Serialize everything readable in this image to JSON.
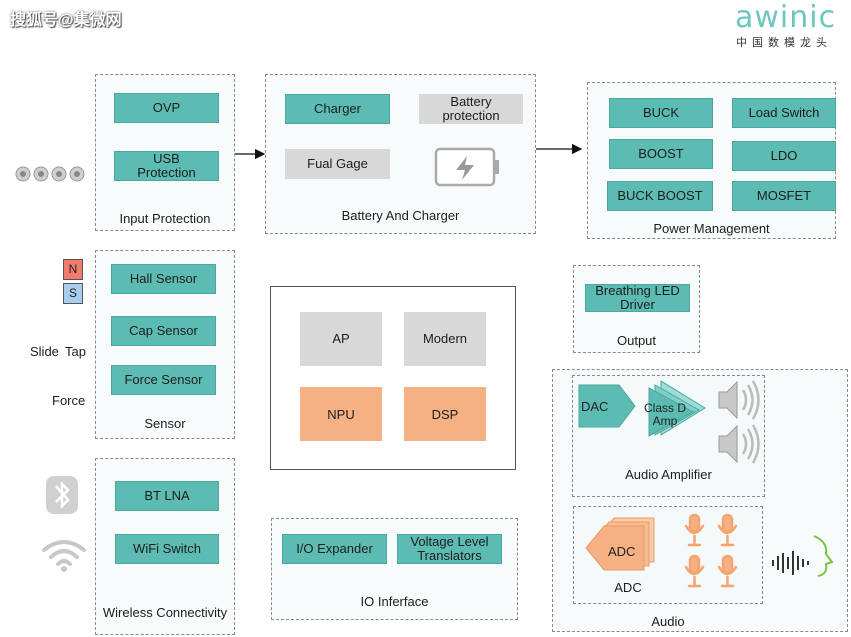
{
  "watermark": "搜狐号@集微网",
  "brand": {
    "name": "awinic",
    "subtitle": "中国数模龙头"
  },
  "input_protection": {
    "title": "Input Protection",
    "items": [
      "OVP",
      "USB\nProtection"
    ]
  },
  "battery": {
    "title": "Battery And Charger",
    "charger": "Charger",
    "protection": "Battery\nprotection",
    "fuel_gage": "Fual Gage"
  },
  "power": {
    "title": "Power Management",
    "items": [
      "BUCK",
      "Load Switch",
      "BOOST",
      "LDO",
      "BUCK BOOST",
      "MOSFET"
    ]
  },
  "sensor": {
    "title": "Sensor",
    "items": [
      "Hall Sensor",
      "Cap Sensor",
      "Force Sensor"
    ],
    "magnet_n": "N",
    "magnet_s": "S",
    "labels": [
      "Slide",
      "Tap",
      "Force"
    ]
  },
  "processor": {
    "items": [
      "AP",
      "Modern",
      "NPU",
      "DSP"
    ]
  },
  "output": {
    "title": "Output",
    "led": "Breathing LED\nDriver"
  },
  "audio": {
    "title": "Audio",
    "amp_title": "Audio Amplifier",
    "dac": "DAC",
    "class_d": "Class D\nAmp",
    "adc_title": "ADC",
    "adc": "ADC"
  },
  "wireless": {
    "title": "Wireless Connectivity",
    "items": [
      "BT LNA",
      "WiFi Switch"
    ]
  },
  "io": {
    "title": "IO Inferface",
    "items": [
      "I/O Expander",
      "Voltage Level\nTranslators"
    ]
  },
  "colors": {
    "teal": "#5cbcb3",
    "gray": "#d8d8d8",
    "orange": "#f5b083",
    "logo": "#6cc7bd"
  }
}
